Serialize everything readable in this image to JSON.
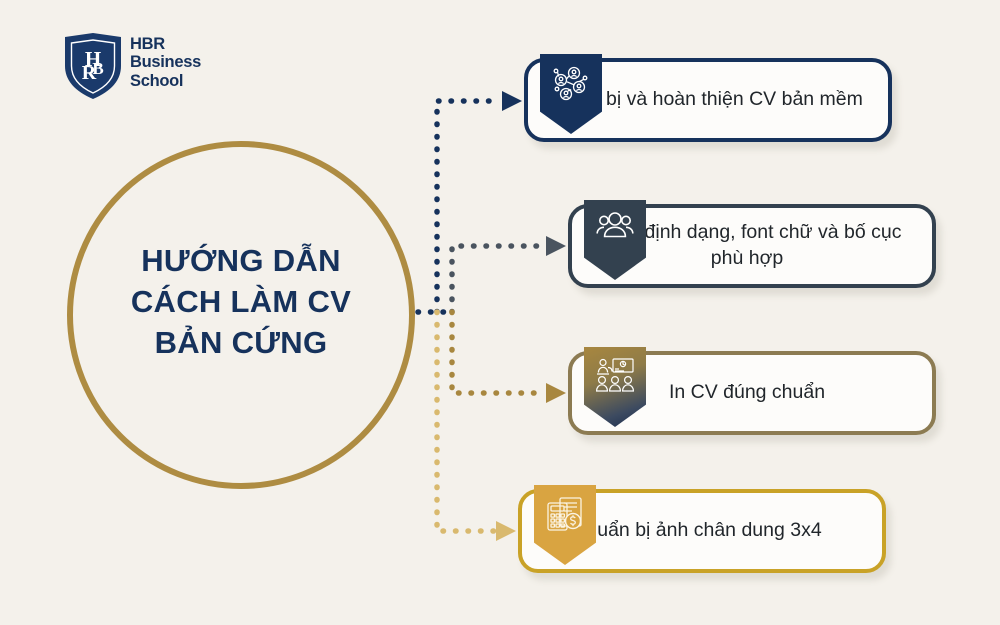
{
  "background_color": "#F4F1EB",
  "brand": {
    "logo_icon": "hbr-shield-logo-icon",
    "monogram": "HBR",
    "name_line1": "HBR",
    "name_line2": "Business",
    "name_line3": "School",
    "color": "#16325C"
  },
  "hub": {
    "title_line1": "HƯỚNG DẪN",
    "title_line2": "CÁCH LÀM CV",
    "title_line3": "BẢN CỨNG",
    "ring_color": "#AE8C42",
    "text_color": "#16325C"
  },
  "steps": [
    {
      "label": "Chuẩn bị và hoàn thiện CV bản mềm",
      "icon": "people-network-icon",
      "badge_color": "#16325C",
      "border_color": "#16325C",
      "connector_color": "#16325C"
    },
    {
      "label": "Chọn định dạng, font chữ và bố cục phù hợp",
      "icon": "group-of-people-icon",
      "badge_color": "#33414F",
      "border_color": "#33414F",
      "connector_color": "#4A545F"
    },
    {
      "label": "In CV đúng chuẩn",
      "icon": "classroom-presentation-icon",
      "badge_color": "#8E7B48",
      "border_color": "#8C7B52",
      "connector_color": "#A8873F"
    },
    {
      "label": "Chuẩn bị ảnh chân dung 3x4",
      "icon": "calculator-invoice-icon",
      "badge_color": "#D9A441",
      "border_color": "#C9A227",
      "connector_color": "#D9B96E"
    }
  ]
}
